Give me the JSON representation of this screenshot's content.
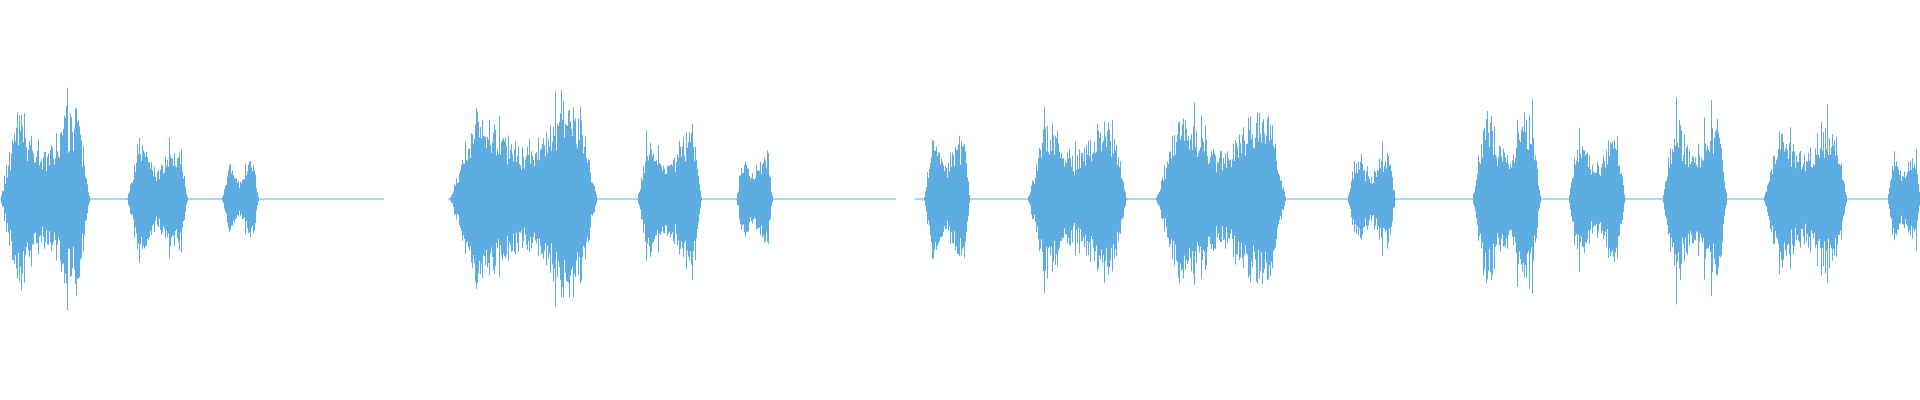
{
  "waveform": {
    "color": "#5dace2",
    "background": "#ffffff",
    "duration_s": 30.0,
    "clips": [
      {
        "start_s": 0.0,
        "end_s": 6.0
      },
      {
        "start_s": 7.0,
        "end_s": 14.0
      },
      {
        "start_s": 14.3,
        "end_s": 30.0
      }
    ],
    "bursts": [
      {
        "start_s": 0.0,
        "end_s": 1.4,
        "peak": 0.52
      },
      {
        "start_s": 1.98,
        "end_s": 2.93,
        "peak": 0.34
      },
      {
        "start_s": 3.46,
        "end_s": 4.04,
        "peak": 0.22
      },
      {
        "start_s": 7.02,
        "end_s": 9.33,
        "peak": 0.56
      },
      {
        "start_s": 9.95,
        "end_s": 10.96,
        "peak": 0.4
      },
      {
        "start_s": 11.5,
        "end_s": 12.07,
        "peak": 0.27
      },
      {
        "start_s": 14.43,
        "end_s": 15.15,
        "peak": 0.38
      },
      {
        "start_s": 16.05,
        "end_s": 17.6,
        "peak": 0.48
      },
      {
        "start_s": 18.05,
        "end_s": 20.09,
        "peak": 0.52
      },
      {
        "start_s": 21.05,
        "end_s": 21.8,
        "peak": 0.28
      },
      {
        "start_s": 23.0,
        "end_s": 24.07,
        "peak": 0.52
      },
      {
        "start_s": 24.5,
        "end_s": 25.39,
        "peak": 0.38
      },
      {
        "start_s": 25.97,
        "end_s": 26.98,
        "peak": 0.48
      },
      {
        "start_s": 27.55,
        "end_s": 28.86,
        "peak": 0.44
      },
      {
        "start_s": 29.49,
        "end_s": 30.0,
        "peak": 0.28
      }
    ]
  }
}
